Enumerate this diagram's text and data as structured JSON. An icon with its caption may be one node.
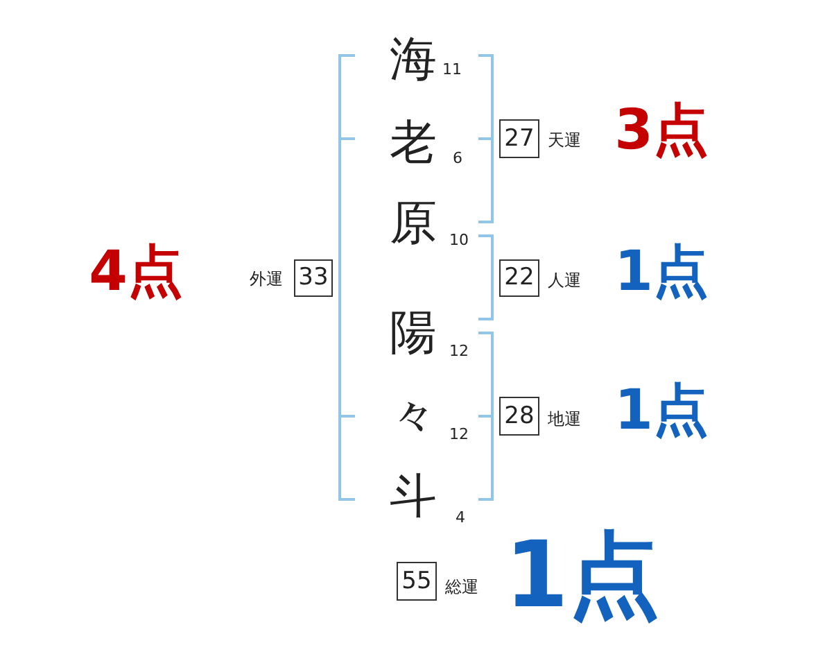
{
  "diagram": {
    "nodes": [
      {
        "text": [
          "27"
        ],
        "beside": [
          "天運",
          "3点"
        ]
      },
      {
        "text": [
          "33"
        ],
        "beside": [
          "外運",
          "4点"
        ]
      },
      {
        "text": [
          "22"
        ],
        "beside": [
          "人運",
          "1点"
        ]
      },
      {
        "text": [
          "28"
        ],
        "beside": [
          "地運",
          "1点"
        ]
      },
      {
        "text": [
          "55"
        ],
        "beside": [
          "総運",
          "1点"
        ]
      }
    ],
    "labels": [
      "海",
      "11",
      "老",
      "6",
      "原",
      "10",
      "陽",
      "12",
      "々",
      "12",
      "斗",
      "4"
    ]
  }
}
